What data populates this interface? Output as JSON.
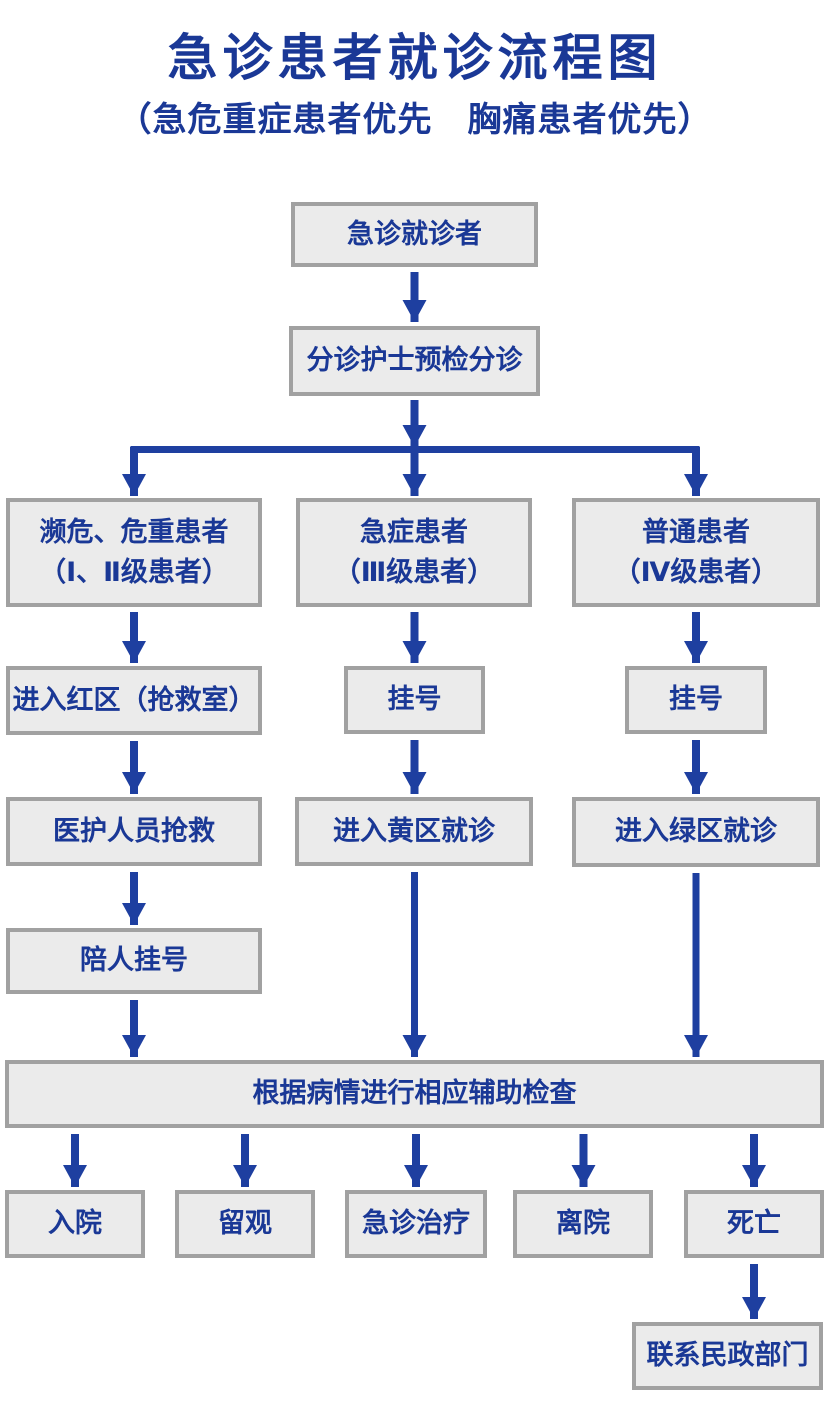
{
  "page": {
    "title": "急诊患者就诊流程图",
    "subtitle": "（急危重症患者优先　胸痛患者优先）"
  },
  "colors": {
    "text_navy": "#1a3896",
    "arrow_blue": "#1e3fa0",
    "box_fill": "#ebebeb",
    "box_border": "#a1a1a1",
    "background": "#ffffff"
  },
  "nodes": {
    "start": "急诊就诊者",
    "triage": "分诊护士预检分诊",
    "critical_line1": "濒危、危重患者",
    "critical_line2": "（Ⅰ、Ⅱ级患者）",
    "urgent_line1": "急症患者",
    "urgent_line2": "（Ⅲ级患者）",
    "ordinary_line1": "普通患者",
    "ordinary_line2": "（Ⅳ级患者）",
    "red_zone": "进入红区（抢救室）",
    "register_mid": "挂号",
    "register_right": "挂号",
    "rescue": "医护人员抢救",
    "yellow_zone": "进入黄区就诊",
    "green_zone": "进入绿区就诊",
    "companion_register": "陪人挂号",
    "auxiliary_exam": "根据病情进行相应辅助检查",
    "admission": "入院",
    "observation": "留观",
    "er_treatment": "急诊治疗",
    "discharge": "离院",
    "death": "死亡",
    "civil_affairs": "联系民政部门"
  }
}
